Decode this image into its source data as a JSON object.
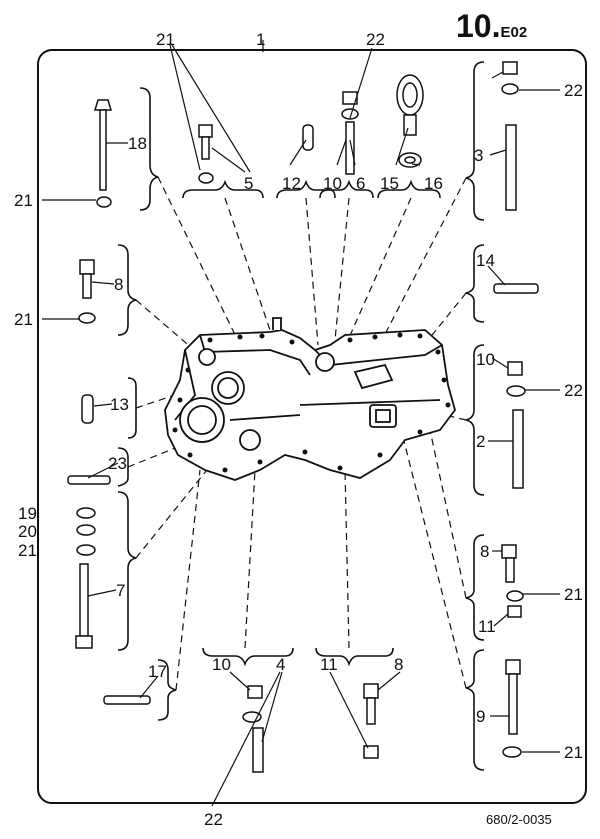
{
  "header": {
    "page_number": "10.",
    "page_sub": "E02"
  },
  "footer": {
    "drawing_number": "680/2-0035"
  },
  "callouts": [
    "1",
    "21",
    "22",
    "10",
    "22",
    "18",
    "21",
    "5",
    "12",
    "10",
    "6",
    "15",
    "16",
    "3",
    "8",
    "21",
    "14",
    "10",
    "22",
    "13",
    "2",
    "23",
    "19",
    "20",
    "21",
    "7",
    "8",
    "21",
    "11",
    "17",
    "10",
    "4",
    "11",
    "8",
    "9",
    "21",
    "22"
  ]
}
